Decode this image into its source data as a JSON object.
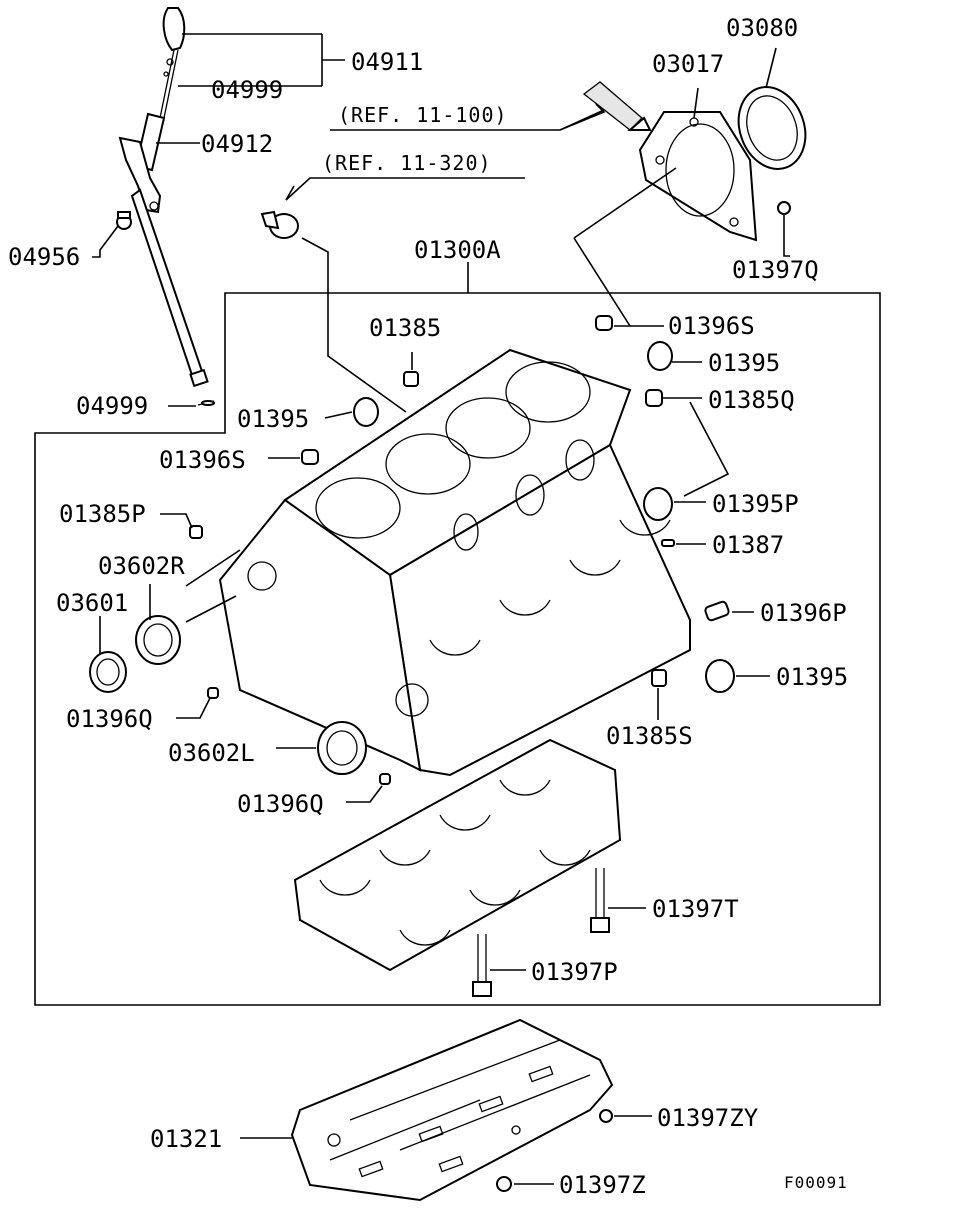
{
  "labels": {
    "l04911": "04911",
    "l04999a": "04999",
    "l04912": "04912",
    "l04956": "04956",
    "l04999b": "04999",
    "l03080": "03080",
    "l03017": "03017",
    "ref1": "(REF. 11-100)",
    "ref2": "(REF. 11-320)",
    "l01300A": "01300A",
    "l01397Q": "01397Q",
    "l01385": "01385",
    "l01396Sa": "01396S",
    "l01395a": "01395",
    "l01395b": "01395",
    "l01385Q": "01385Q",
    "l01396Sb": "01396S",
    "l01395P": "01395P",
    "l01385P": "01385P",
    "l01387": "01387",
    "l03602R": "03602R",
    "l03601": "03601",
    "l01396P": "01396P",
    "l01395c": "01395",
    "l01396Qa": "01396Q",
    "l01385S": "01385S",
    "l03602L": "03602L",
    "l01396Qb": "01396Q",
    "l01397T": "01397T",
    "l01397P": "01397P",
    "l01321": "01321",
    "l01397ZY": "01397ZY",
    "l01397Z": "01397Z"
  },
  "figure_code": "F00091"
}
